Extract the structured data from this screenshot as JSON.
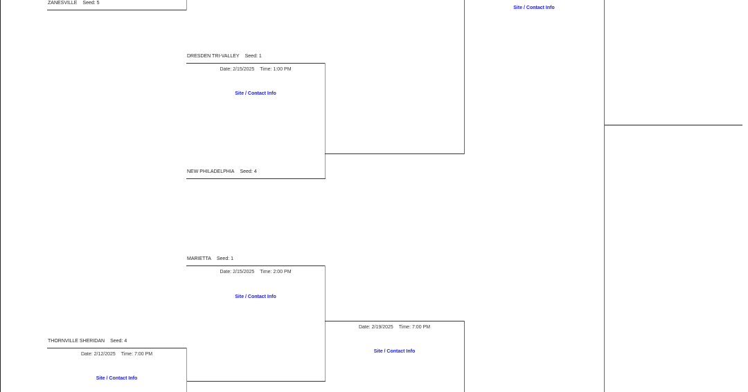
{
  "bracket": {
    "teams": [
      {
        "name": "ZANESVILLE",
        "seed": "Seed: 5"
      },
      {
        "name": "DRESDEN TRI-VALLEY",
        "seed": "Seed: 1"
      },
      {
        "name": "NEW PHILADELPHIA",
        "seed": "Seed: 4"
      },
      {
        "name": "MARIETTA",
        "seed": "Seed: 1"
      },
      {
        "name": "THORNVILLE SHERIDAN",
        "seed": "Seed: 4"
      }
    ],
    "games": [
      {
        "date": "Date: 2/15/2025",
        "time": "Time: 1:00 PM",
        "site": "Site / Contact Info"
      },
      {
        "date": "Date: 2/15/2025",
        "time": "Time: 2:00 PM",
        "site": "Site / Contact Info"
      },
      {
        "date": "Date: 2/19/2025",
        "time": "Time: 7:00 PM",
        "site": "Site / Contact Info"
      },
      {
        "date": "Date: 2/12/2025",
        "time": "Time: 7:00 PM",
        "site": "Site / Contact Info"
      },
      {
        "site": "Site / Contact Info"
      }
    ]
  },
  "colors": {
    "link": "#1a1ae6",
    "line": "#333333",
    "border_gray": "#999999"
  }
}
